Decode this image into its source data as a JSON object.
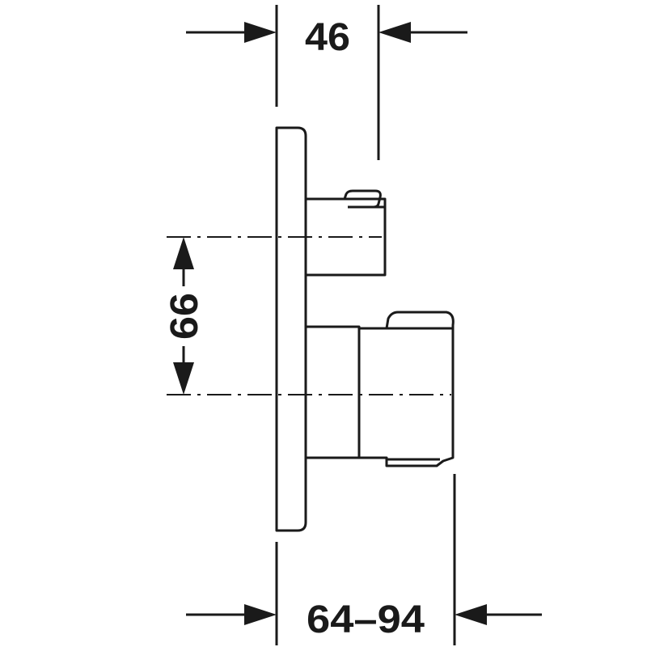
{
  "dimensions": {
    "top_width": "46",
    "vertical_spacing": "66",
    "bottom_range": "64–94"
  },
  "colors": {
    "line": "#1a1a1a",
    "background": "#ffffff"
  }
}
